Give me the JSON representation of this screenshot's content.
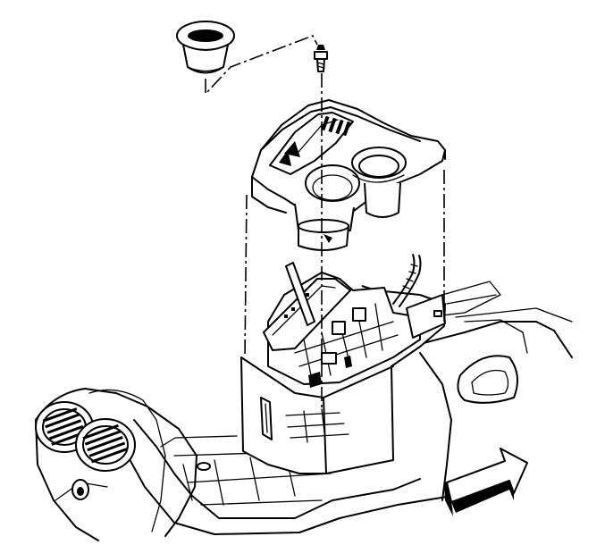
{
  "figure": {
    "parts": [
      {
        "key": "cup_insert",
        "icon": "cup-holder-insert-icon"
      },
      {
        "key": "screw",
        "icon": "screw-icon"
      },
      {
        "key": "console_cover",
        "icon": "console-trim-cover-icon"
      },
      {
        "key": "shifter_console",
        "icon": "shifter-console-assembly-icon"
      },
      {
        "key": "floor_tunnel",
        "icon": "floor-tunnel-icon"
      },
      {
        "key": "rear_vents",
        "icon": "rear-air-vent-icon"
      },
      {
        "key": "front_arrow",
        "icon": "front-direction-arrow-icon"
      }
    ],
    "colors": {
      "line": "#000000",
      "background": "#ffffff"
    }
  }
}
